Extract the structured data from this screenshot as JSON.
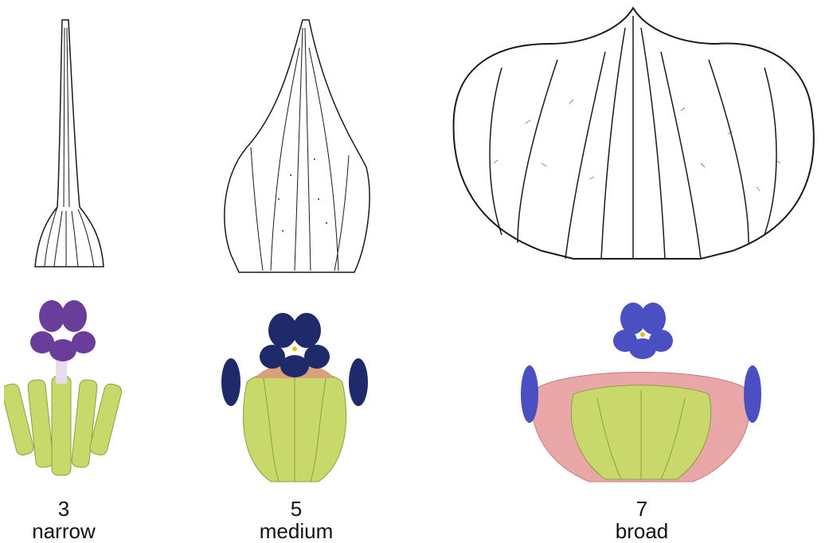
{
  "panels": [
    {
      "number": "3",
      "descriptor": "narrow"
    },
    {
      "number": "5",
      "descriptor": "medium"
    },
    {
      "number": "7",
      "descriptor": "broad"
    }
  ],
  "colors": {
    "ink": "#1a1a1a",
    "flower_purple": "#6a3d9a",
    "flower_navy": "#1f2a6b",
    "flower_blue": "#4a4fc2",
    "leaf_green": "#c8d86a",
    "bract_pink": "#e9a7a8"
  }
}
